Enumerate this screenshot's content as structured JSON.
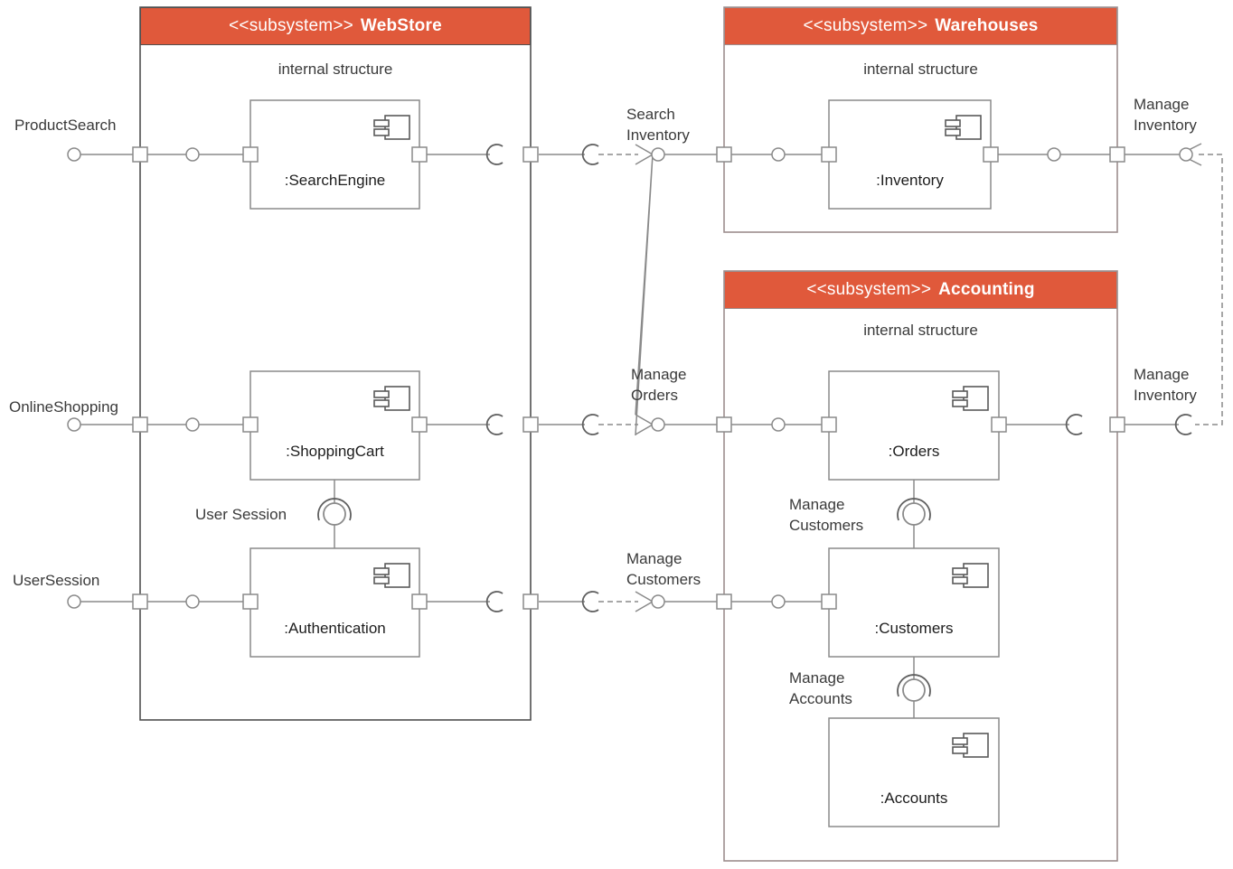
{
  "colors": {
    "header_bg": "#e0593b",
    "header_text": "#ffffff",
    "webstore_border": "#4f4f4f",
    "subsystem_border": "#9d8d8d",
    "component_border": "#8a8a8a",
    "connector": "#8a8a8a",
    "label_text": "#3a3a3a"
  },
  "subsystems": {
    "webstore": {
      "stereotype": "<<subsystem>>",
      "name": "WebStore",
      "internal_label": "internal structure"
    },
    "warehouses": {
      "stereotype": "<<subsystem>>",
      "name": "Warehouses",
      "internal_label": "internal structure"
    },
    "accounting": {
      "stereotype": "<<subsystem>>",
      "name": "Accounting",
      "internal_label": "internal structure"
    }
  },
  "components": {
    "search_engine": {
      "name": ":SearchEngine"
    },
    "shopping_cart": {
      "name": ":ShoppingCart"
    },
    "authentication": {
      "name": ":Authentication"
    },
    "inventory": {
      "name": ":Inventory"
    },
    "orders": {
      "name": ":Orders"
    },
    "customers": {
      "name": ":Customers"
    },
    "accounts": {
      "name": ":Accounts"
    }
  },
  "labels": {
    "product_search": "ProductSearch",
    "online_shopping": "OnlineShopping",
    "user_session_port": "UserSession",
    "search_inventory": "Search Inventory",
    "manage_orders": "Manage Orders",
    "manage_customers_mid": "Manage Customers",
    "manage_inventory_top": "Manage Inventory",
    "manage_inventory_right": "Manage Inventory",
    "user_session_connector": "User Session",
    "manage_customers_inner": "Manage Customers",
    "manage_accounts_inner": "Manage Accounts"
  }
}
